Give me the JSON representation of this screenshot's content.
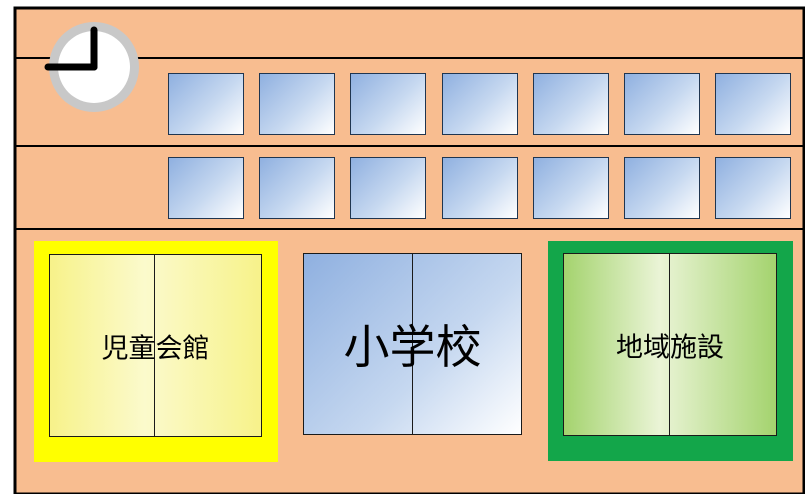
{
  "facilities": {
    "children_hall": "児童会館",
    "elementary_school": "小学校",
    "community_facility": "地域施設"
  },
  "colors": {
    "wall": "#f8bd90",
    "children_hall_frame": "#ffff00",
    "community_facility_frame": "#13a64a",
    "window_glass": "#8fb0e0",
    "clock_rim": "#c8c8c8"
  },
  "icons": {
    "clock": "clock-icon"
  },
  "window_rows": 2,
  "windows_per_row": 7
}
